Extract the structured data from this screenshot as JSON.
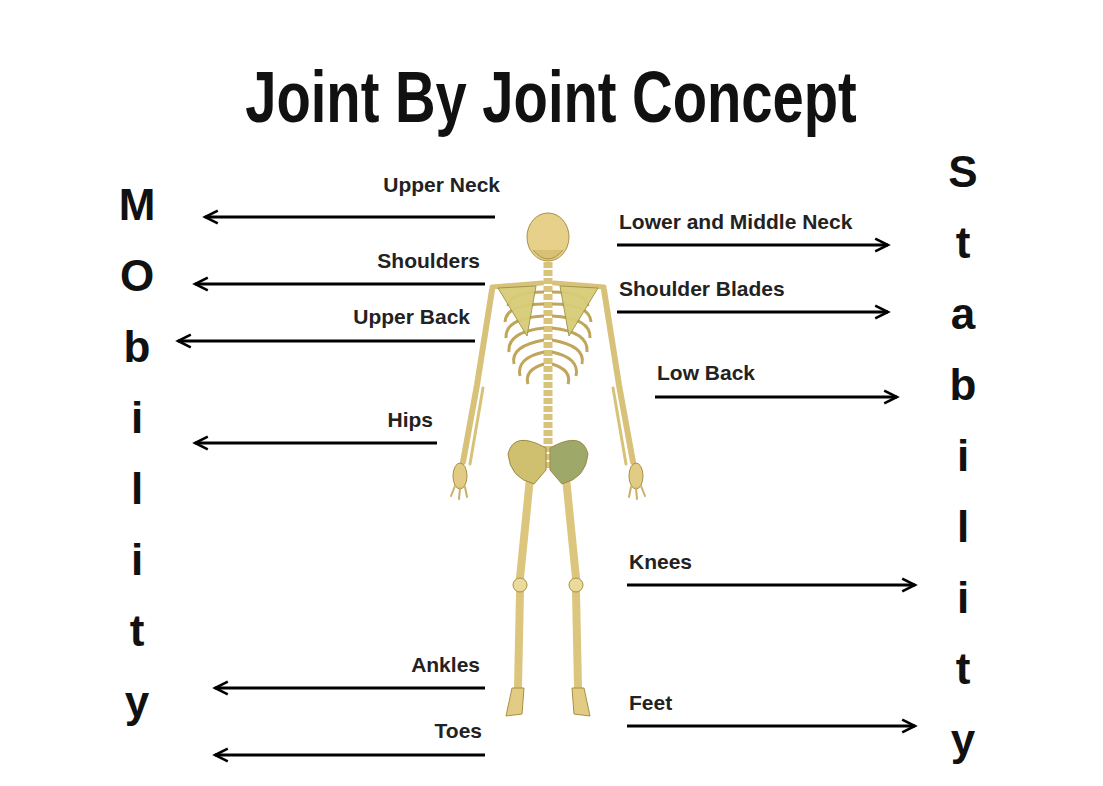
{
  "diagram": {
    "title": "Joint By Joint Concept",
    "labels": [
      "MObility",
      "Stability",
      "Upper Neck",
      "Lower and Middle Neck",
      "Shoulders",
      "Shoulder Blades",
      "Upper Back",
      "Low Back",
      "Hips",
      "Knees",
      "Ankles",
      "Feet",
      "Toes"
    ]
  }
}
